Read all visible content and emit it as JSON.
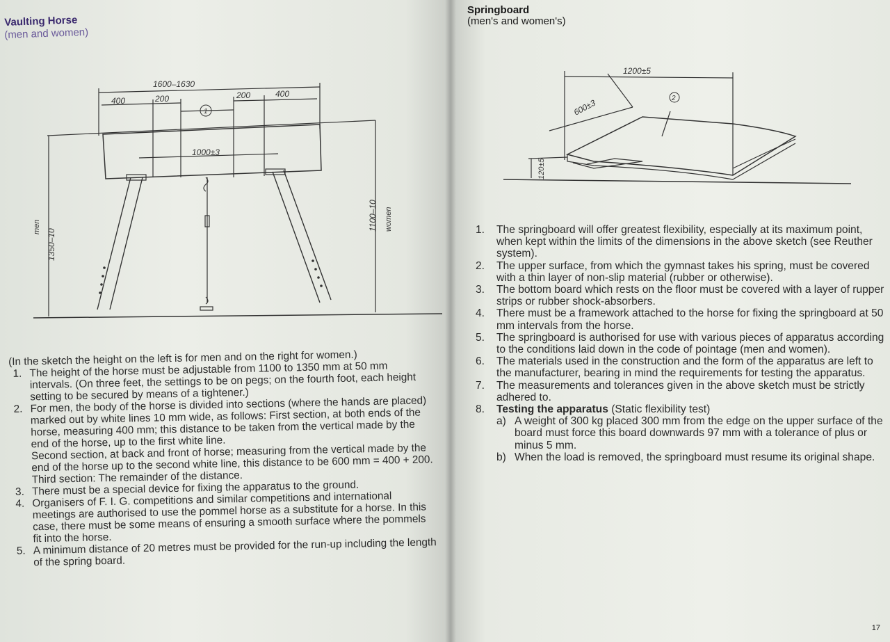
{
  "left_page": {
    "title": "Vaulting Horse",
    "subtitle": "(men and women)",
    "figure_labels": {
      "total_length": "1600–1630",
      "sec_left_outer": "400",
      "sec_left_inner": "200",
      "sec_right_inner": "200",
      "sec_right_outer": "400",
      "callout": "1",
      "leg_spacing": "1000±3",
      "height_men": "1350–10",
      "men": "men",
      "height_women": "1100–10",
      "women": "women"
    },
    "intro": "(In the sketch the height on the left is for men and on the right for women.)",
    "items": [
      {
        "num": "1.",
        "text": "The height of the horse must be adjustable from 1100 to 1350 mm at 50 mm intervals. (On three feet, the settings to be on pegs; on the fourth foot, each height setting to be secured by means of a tightener.)"
      },
      {
        "num": "2.",
        "text": "For men, the body of the horse is divided into sections (where the hands are placed) marked out by white lines 10 mm wide, as follows: First section, at both ends of the horse, measuring 400 mm; this distance to be taken from the vertical made by the end of the horse, up to the first white line.",
        "text2": "Second section, at back and front of horse; measuring from the vertical made by the end of the horse up to the second white line, this distance to be 600 mm = 400 + 200.",
        "text3": "Third section: The remainder of the distance."
      },
      {
        "num": "3.",
        "text": "There must be a special device for fixing the apparatus to the ground."
      },
      {
        "num": "4.",
        "text": "Organisers of F. I. G. competitions and similar competitions and international meetings are authorised to use the pommel horse as a substitute for a horse. In this case, there must be some means of ensuring a smooth surface where the pommels fit into the horse."
      },
      {
        "num": "5.",
        "text": "A minimum distance of 20 metres must be provided for the run-up including the length of the spring board."
      }
    ]
  },
  "right_page": {
    "title": "Springboard",
    "subtitle": "(men's and women's)",
    "figure_labels": {
      "length": "1200±5",
      "slope": "600±3",
      "height": "120±5",
      "callout": "2"
    },
    "items": [
      {
        "num": "1.",
        "text": "The springboard will offer greatest flexibility, especially at its maximum point, when kept within the limits of the dimensions in the above sketch (see Reuther system)."
      },
      {
        "num": "2.",
        "text": "The upper surface, from which the gymnast takes his spring, must be covered with a thin layer of non-slip material (rubber or otherwise)."
      },
      {
        "num": "3.",
        "text": "The bottom board which rests on the floor must be covered with a layer of rupper strips or rubber shock-absorbers."
      },
      {
        "num": "4.",
        "text": "There must be a framework attached to the horse for fixing the springboard at 50 mm intervals from the horse."
      },
      {
        "num": "5.",
        "text": "The springboard is authorised for use with various pieces of apparatus according to the conditions laid down in the code of pointage (men and women)."
      },
      {
        "num": "6.",
        "text": "The materials used in the construction and the form of the apparatus are left to the manufacturer, bearing in mind the requirements for testing the apparatus."
      },
      {
        "num": "7.",
        "text": "The measurements and tolerances given in the above sketch must be strictly adhered to."
      },
      {
        "num": "8.",
        "bold": "Testing the apparatus",
        "text": " (Static flexibility test)",
        "subitems": [
          {
            "num": "a)",
            "text": "A weight of 300 kg placed 300 mm from the edge on the upper surface of the board must force this board downwards 97 mm with a tolerance of plus or minus 5 mm."
          },
          {
            "num": "b)",
            "text": "When the load is removed, the springboard must resume its original shape."
          }
        ]
      }
    ],
    "page_number": "17"
  }
}
